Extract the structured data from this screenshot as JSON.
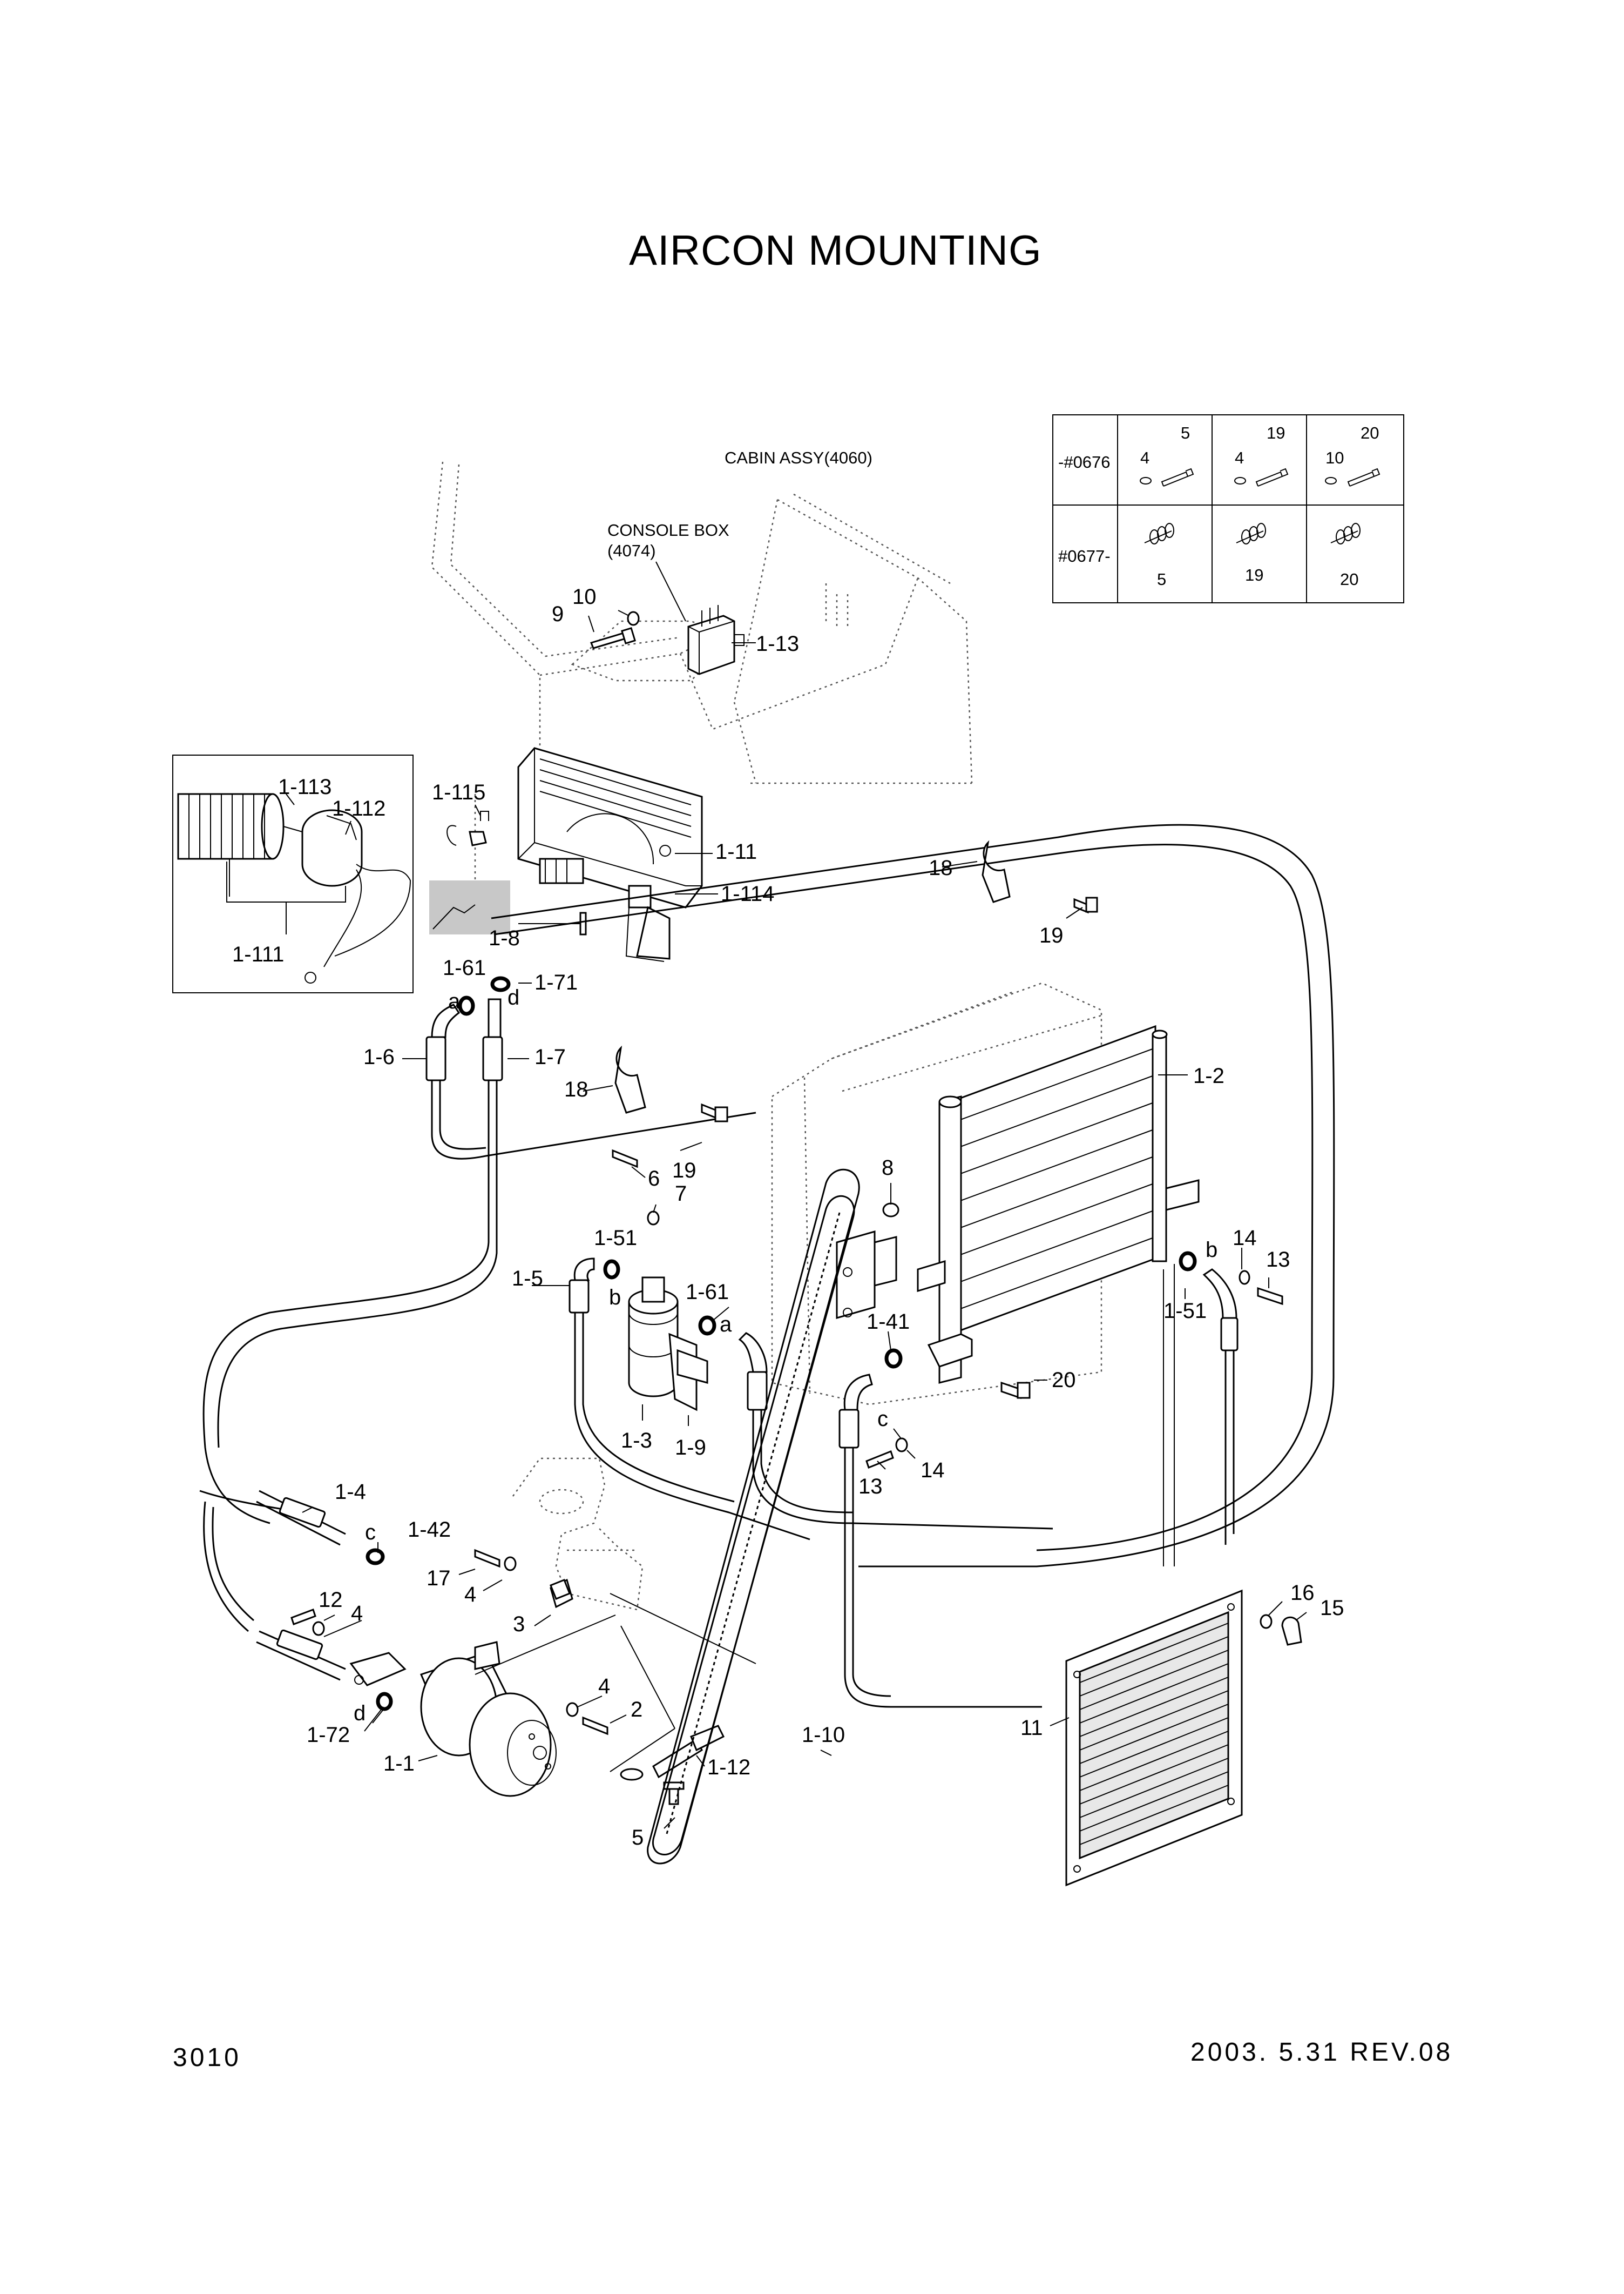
{
  "title": "AIRCON MOUNTING",
  "page_number": "3010",
  "revision": "2003. 5.31  REV.08",
  "notes": {
    "cabin_assy": "CABIN ASSY(4060)",
    "console_box_line1": "CONSOLE BOX",
    "console_box_line2": "(4074)"
  },
  "serial_table": {
    "row1_label": "-#0676",
    "row2_label": "#0677-",
    "row1": [
      {
        "washer": "4",
        "bolt": "5"
      },
      {
        "washer": "4",
        "bolt": "19"
      },
      {
        "washer": "10",
        "bolt": "20"
      }
    ],
    "row2": [
      "5",
      "19",
      "20"
    ]
  },
  "callouts": [
    {
      "id": "c-9",
      "text": "9"
    },
    {
      "id": "c-10",
      "text": "10"
    },
    {
      "id": "c-1-13",
      "text": "1-13"
    },
    {
      "id": "c-1-113",
      "text": "1-113"
    },
    {
      "id": "c-1-112",
      "text": "1-112"
    },
    {
      "id": "c-1-111",
      "text": "1-111"
    },
    {
      "id": "c-1-115",
      "text": "1-115"
    },
    {
      "id": "c-1-11",
      "text": "1-11"
    },
    {
      "id": "c-1-114",
      "text": "1-114"
    },
    {
      "id": "c-1-8",
      "text": "1-8"
    },
    {
      "id": "c-1-61a",
      "text": "1-61"
    },
    {
      "id": "c-a1",
      "text": "a"
    },
    {
      "id": "c-1-71",
      "text": "1-71"
    },
    {
      "id": "c-d1",
      "text": "d"
    },
    {
      "id": "c-1-6",
      "text": "1-6"
    },
    {
      "id": "c-1-7",
      "text": "1-7"
    },
    {
      "id": "c-18a",
      "text": "18"
    },
    {
      "id": "c-19a",
      "text": "19"
    },
    {
      "id": "c-18b",
      "text": "18"
    },
    {
      "id": "c-19b",
      "text": "19"
    },
    {
      "id": "c-1-2",
      "text": "1-2"
    },
    {
      "id": "c-6",
      "text": "6"
    },
    {
      "id": "c-7",
      "text": "7"
    },
    {
      "id": "c-8",
      "text": "8"
    },
    {
      "id": "c-1-51a",
      "text": "1-51"
    },
    {
      "id": "c-1-5",
      "text": "1-5"
    },
    {
      "id": "c-b1",
      "text": "b"
    },
    {
      "id": "c-1-61b",
      "text": "1-61"
    },
    {
      "id": "c-a2",
      "text": "a"
    },
    {
      "id": "c-1-3",
      "text": "1-3"
    },
    {
      "id": "c-1-9",
      "text": "1-9"
    },
    {
      "id": "c-1-41",
      "text": "1-41"
    },
    {
      "id": "c-20",
      "text": "20"
    },
    {
      "id": "c-c1",
      "text": "c"
    },
    {
      "id": "c-14a",
      "text": "14"
    },
    {
      "id": "c-13a",
      "text": "13"
    },
    {
      "id": "c-14b",
      "text": "14"
    },
    {
      "id": "c-b2",
      "text": "b"
    },
    {
      "id": "c-13b",
      "text": "13"
    },
    {
      "id": "c-1-51b",
      "text": "1-51"
    },
    {
      "id": "c-1-4",
      "text": "1-4"
    },
    {
      "id": "c-c2",
      "text": "c"
    },
    {
      "id": "c-1-42",
      "text": "1-42"
    },
    {
      "id": "c-17",
      "text": "17"
    },
    {
      "id": "c-4a",
      "text": "4"
    },
    {
      "id": "c-3",
      "text": "3"
    },
    {
      "id": "c-12",
      "text": "12"
    },
    {
      "id": "c-4b",
      "text": "4"
    },
    {
      "id": "c-4c",
      "text": "4"
    },
    {
      "id": "c-2",
      "text": "2"
    },
    {
      "id": "c-d2",
      "text": "d"
    },
    {
      "id": "c-1-72",
      "text": "1-72"
    },
    {
      "id": "c-1-1",
      "text": "1-1"
    },
    {
      "id": "c-1-12",
      "text": "1-12"
    },
    {
      "id": "c-5",
      "text": "5"
    },
    {
      "id": "c-1-10",
      "text": "1-10"
    },
    {
      "id": "c-16",
      "text": "16"
    },
    {
      "id": "c-15",
      "text": "15"
    },
    {
      "id": "c-11",
      "text": "11"
    }
  ]
}
